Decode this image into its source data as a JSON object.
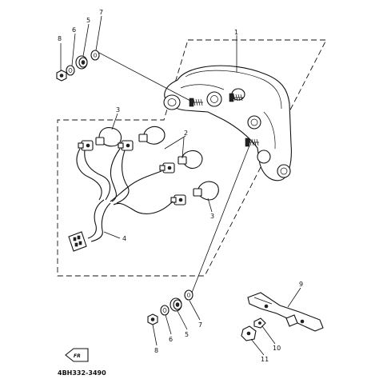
{
  "diagram": {
    "part_code": "4BH332-3490",
    "front_arrow_label": "FR",
    "callouts": {
      "c1": "1",
      "c2": "2",
      "c3a": "3",
      "c3b": "3",
      "c4": "4",
      "c5a": "5",
      "c6a": "6",
      "c7a": "7",
      "c8a": "8",
      "c5b": "5",
      "c6b": "6",
      "c7b": "7",
      "c8b": "8",
      "c9": "9",
      "c10": "10",
      "c11": "11"
    }
  }
}
